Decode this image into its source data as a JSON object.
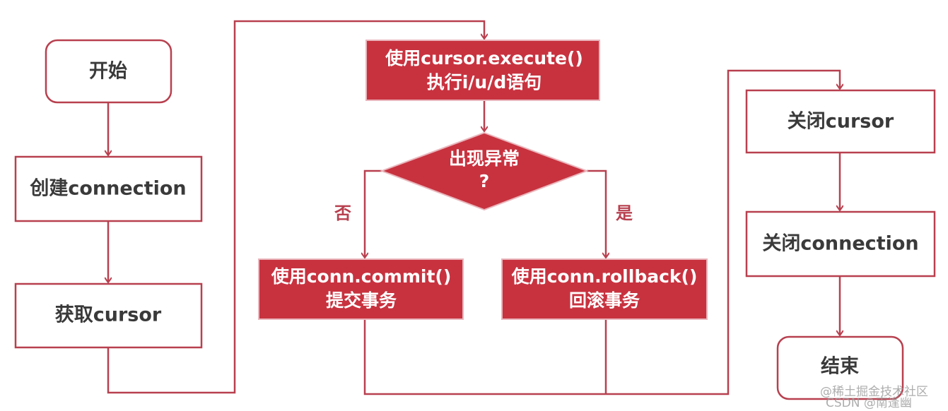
{
  "nodes": {
    "start": "开始",
    "create_connection": "创建connection",
    "get_cursor": "获取cursor",
    "execute_line1": "使用cursor.execute()",
    "execute_line2": "执行i/u/d语句",
    "decision_line1": "出现异常",
    "decision_line2": "?",
    "commit_line1": "使用conn.commit()",
    "commit_line2": "提交事务",
    "rollback_line1": "使用conn.rollback()",
    "rollback_line2": "回滚事务",
    "close_cursor": "关闭cursor",
    "close_connection": "关闭connection",
    "end": "结束"
  },
  "edge_labels": {
    "no": "否",
    "yes": "是"
  },
  "watermark": {
    "line1": "@稀土掘金技术社区",
    "line2": "CSDN @南逢幽"
  },
  "colors": {
    "accent": "#c8323f",
    "line": "#b8404f"
  }
}
